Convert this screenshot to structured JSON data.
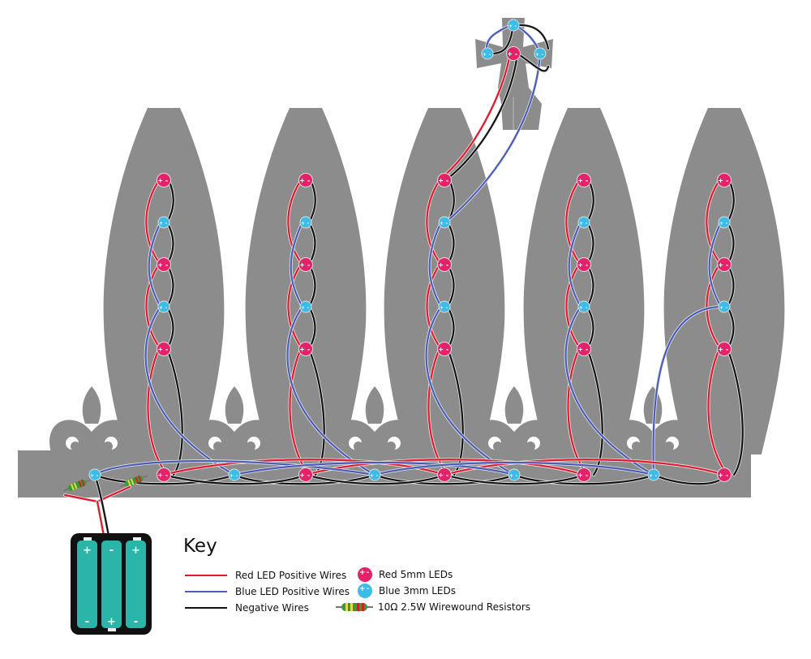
{
  "title": "Crown LED wiring diagram",
  "colors": {
    "background": "#ffffff",
    "crown": "#8c8c8c",
    "red_wire": "#e0182d",
    "blue_wire": "#4a5cb5",
    "negative_wire": "#111111",
    "red_led": "#e3226a",
    "blue_led": "#3cbde8",
    "battery": "#2bb5a8",
    "battery_case": "#111111"
  },
  "crown": {
    "spikes": 5,
    "red_leds_per_spike": 3,
    "blue_leds_per_spike": 2,
    "band_red_leds": 5,
    "band_blue_leds": 5,
    "cross_red_leds": 1,
    "cross_blue_leds": 3,
    "band_resistors": 2
  },
  "battery_pack": {
    "cells": [
      {
        "top": "+",
        "bottom": "-"
      },
      {
        "top": "-",
        "bottom": "+"
      },
      {
        "top": "+",
        "bottom": "-"
      }
    ]
  },
  "led_glyph": {
    "plus": "+",
    "minus": "-"
  },
  "key": {
    "title": "Key",
    "items": [
      {
        "label": "Red LED Positive Wires",
        "type": "red-wire"
      },
      {
        "label": "Blue LED Positive Wires",
        "type": "blue-wire"
      },
      {
        "label": "Negative Wires",
        "type": "negative-wire"
      },
      {
        "label": "Red 5mm LEDs",
        "type": "red-led"
      },
      {
        "label": "Blue 3mm LEDs",
        "type": "blue-led"
      },
      {
        "label": "10Ω 2.5W Wirewound Resistors",
        "type": "resistor"
      }
    ]
  }
}
